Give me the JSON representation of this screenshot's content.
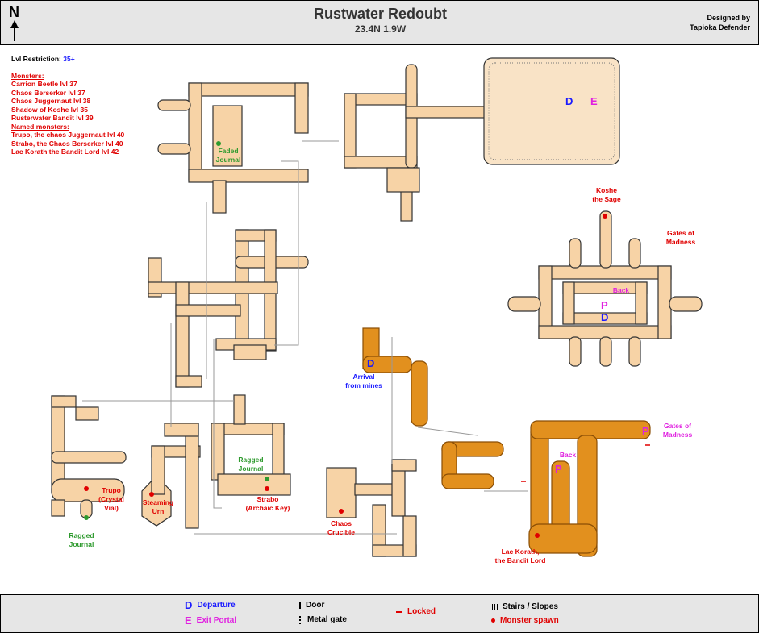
{
  "header": {
    "north": "N",
    "title": "Rustwater Redoubt",
    "coords": "23.4N 1.9W",
    "designer_line1": "Designed by",
    "designer_line2": "Tapioka Defender"
  },
  "info": {
    "lvl_label": "Lvl Restriction:",
    "lvl_value": "35+",
    "monsters_heading": "Monsters:",
    "monsters": [
      "Carrion Beetle lvl 37",
      "Chaos Berserker lvl 37",
      "Chaos Juggernaut lvl 38",
      "Shadow of Koshe lvl 35",
      "Rusterwater Bandit lvl 39"
    ],
    "named_heading": "Named monsters:",
    "named": [
      "Trupo, the chaos Juggernaut lvl 40",
      "Strabo, the Chaos Berserker lvl 40",
      "Lac Korath the Bandit Lord lvl 42"
    ]
  },
  "labels": {
    "faded_journal_1": "Faded",
    "faded_journal_2": "Journal",
    "koshe_1": "Koshe",
    "koshe_2": "the Sage",
    "gates_madness_1": "Gates of",
    "gates_madness_2": "Madness",
    "back": "Back",
    "arrival_1": "Arrival",
    "arrival_2": "from mines",
    "gates_madness_b1": "Gates of",
    "gates_madness_b2": "Madness",
    "back2": "Back",
    "ragged_journal_1": "Ragged",
    "ragged_journal_2": "Journal",
    "trupo_1": "Trupo",
    "trupo_2": "(Crystal",
    "trupo_3": "Vial)",
    "ragged_journal_b1": "Ragged",
    "ragged_journal_b2": "Journal",
    "steaming_1": "Steaming",
    "steaming_2": "Urn",
    "strabo_1": "Strabo",
    "strabo_2": "(Archaic Key)",
    "chaos_1": "Chaos",
    "chaos_2": "Crucible",
    "lac_1": "Lac Korath,",
    "lac_2": "the Bandit Lord"
  },
  "markers": {
    "D": "D",
    "E": "E",
    "P": "P"
  },
  "legend": {
    "departure": "Departure",
    "exit_portal": "Exit Portal",
    "door": "Door",
    "metal_gate": "Metal gate",
    "locked": "Locked",
    "stairs": "Stairs / Slopes",
    "monster_spawn": "Monster spawn"
  },
  "colors": {
    "room_fill": "#f7d3a6",
    "room_stroke": "#333333",
    "orange_fill": "#e2901e",
    "portal_room": "#f9e3c6",
    "red": "#e00000",
    "blue": "#1a1aff",
    "magenta": "#e020e0",
    "green": "#2e9a2e"
  }
}
